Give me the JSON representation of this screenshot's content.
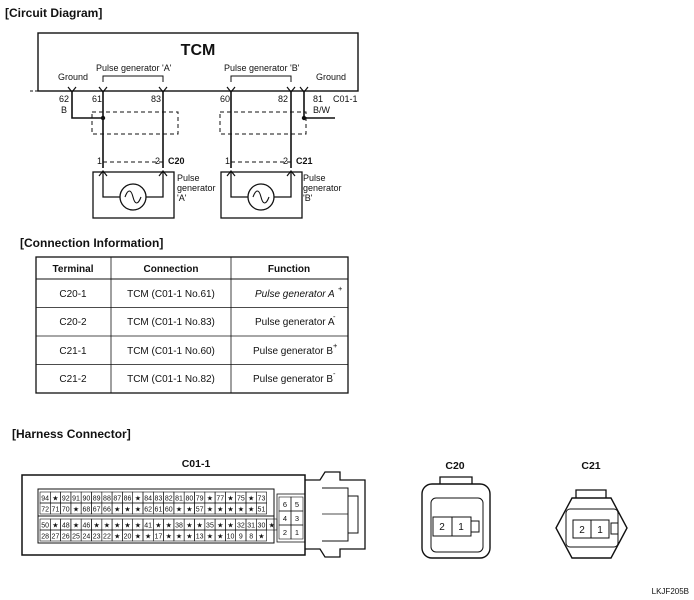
{
  "headings": {
    "circuit": "[Circuit Diagram]",
    "connection": "[Connection Information]",
    "harness": "[Harness Connector]"
  },
  "circuit": {
    "tcm_label": "TCM",
    "ground_left": "Ground",
    "ground_right": "Ground",
    "pg_a_header": "Pulse generator 'A'",
    "pg_b_header": "Pulse generator 'B'",
    "pins": {
      "p62": "62",
      "p61": "61",
      "p83": "83",
      "p60": "60",
      "p82": "82",
      "p81": "81"
    },
    "wire_left": "B",
    "wire_right": "B/W",
    "connector_top": "C01-1",
    "c20": {
      "label": "C20",
      "pin1": "1",
      "pin2": "2",
      "comp_l1": "Pulse",
      "comp_l2": "generator",
      "comp_l3": "'A'"
    },
    "c21": {
      "label": "C21",
      "pin1": "1",
      "pin2": "2",
      "comp_l1": "Pulse",
      "comp_l2": "generator",
      "comp_l3": "'B'"
    }
  },
  "table": {
    "headers": [
      "Terminal",
      "Connection",
      "Function"
    ],
    "rows": [
      {
        "terminal": "C20-1",
        "connection": "TCM (C01-1 No.61)",
        "function": "Pulse generator A",
        "sup": "+"
      },
      {
        "terminal": "C20-2",
        "connection": "TCM (C01-1 No.83)",
        "function": "Pulse generator A",
        "sup": "-"
      },
      {
        "terminal": "C21-1",
        "connection": "TCM (C01-1 No.60)",
        "function": "Pulse generator B",
        "sup": "+"
      },
      {
        "terminal": "C21-2",
        "connection": "TCM (C01-1 No.82)",
        "function": "Pulse generator B",
        "sup": "-"
      }
    ]
  },
  "harness": {
    "c01_title": "C01-1",
    "c20_title": "C20",
    "c21_title": "C21",
    "c01_rows": [
      [
        "94",
        "★",
        "92",
        "91",
        "90",
        "89",
        "88",
        "87",
        "86",
        "★",
        "84",
        "83",
        "82",
        "81",
        "80",
        "79",
        "★",
        "77",
        "★",
        "75",
        "★",
        "73"
      ],
      [
        "72",
        "71",
        "70",
        "★",
        "68",
        "67",
        "66",
        "★",
        "★",
        "★",
        "62",
        "61",
        "60",
        "★",
        "★",
        "57",
        "★",
        "★",
        "★",
        "★",
        "★",
        "51"
      ],
      [
        "50",
        "★",
        "48",
        "★",
        "46",
        "★",
        "★",
        "★",
        "★",
        "★",
        "41",
        "★",
        "★",
        "38",
        "★",
        "★",
        "35",
        "★",
        "★",
        "32",
        "31",
        "30",
        "★"
      ],
      [
        "28",
        "27",
        "26",
        "25",
        "24",
        "23",
        "22",
        "★",
        "20",
        "★",
        "★",
        "17",
        "★",
        "★",
        "★",
        "13",
        "★",
        "★",
        "10",
        "9",
        "8",
        "★"
      ]
    ],
    "c01_side": [
      [
        "6",
        "5"
      ],
      [
        "4",
        "3"
      ],
      [
        "2",
        "1"
      ]
    ],
    "c20_pins": [
      "2",
      "1"
    ],
    "c21_pins": [
      "2",
      "1"
    ]
  },
  "footer_code": "LKJF205B"
}
